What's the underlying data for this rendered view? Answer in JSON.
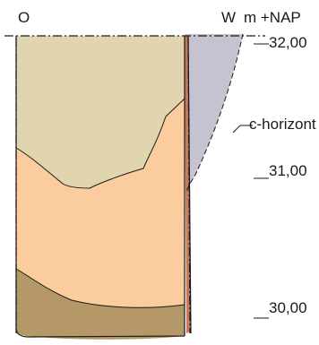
{
  "header": {
    "left_label": "O",
    "right_label": "W",
    "unit_label": "m +NAP"
  },
  "elevations": [
    {
      "label": "32,00",
      "value": 32.0
    },
    {
      "label": "31,00",
      "value": 31.0
    },
    {
      "label": "30,00",
      "value": 30.0
    }
  ],
  "horizon_label": "c-horizont",
  "layers": [
    {
      "name": "upper layer",
      "color": "#e1d5b0"
    },
    {
      "name": "middle layer",
      "color": "#fbcc9e"
    },
    {
      "name": "bottom layer",
      "color": "#b49868"
    },
    {
      "name": "slope fill",
      "color": "#c4c3cf"
    },
    {
      "name": "vertical band",
      "color": "#c57a5e"
    }
  ]
}
